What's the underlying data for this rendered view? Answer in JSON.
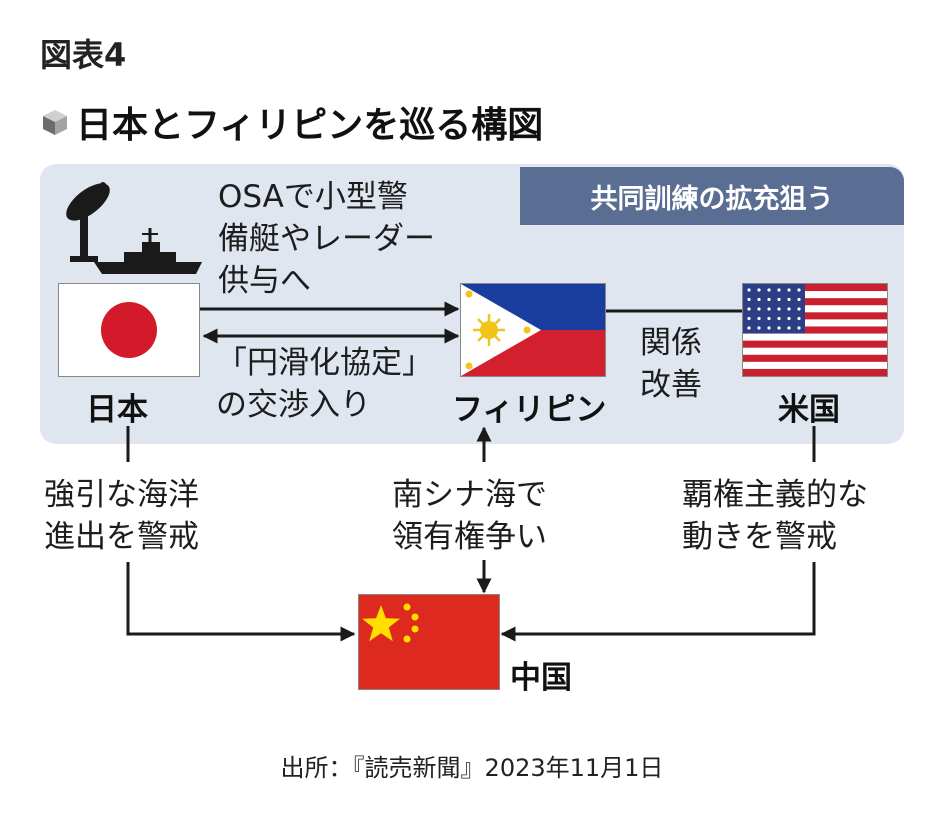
{
  "figure_label": "図表4",
  "title": "日本とフィリピンを巡る構図",
  "tag": "共同訓練の拡充狙う",
  "notes": {
    "osa_lines": [
      "OSAで小型警",
      "備艇やレーダー",
      "供与へ"
    ],
    "agreement_lines": [
      "「円滑化協定」",
      "の交渉入り"
    ],
    "relation_lines": [
      "関係",
      "改善"
    ],
    "japan_china_lines": [
      "強引な海洋",
      "進出を警戒"
    ],
    "scs_lines": [
      "南シナ海で",
      "領有権争い"
    ],
    "us_china_lines": [
      "覇権主義的な",
      "動きを警戒"
    ]
  },
  "countries": {
    "japan": "日本",
    "philippines": "フィリピン",
    "us": "米国",
    "china": "中国"
  },
  "source": "出所：『読売新聞』2023年11月1日",
  "colors": {
    "panel": "#dfe6f0",
    "tag": "#5a6d92",
    "line": "#1a1a1a"
  }
}
